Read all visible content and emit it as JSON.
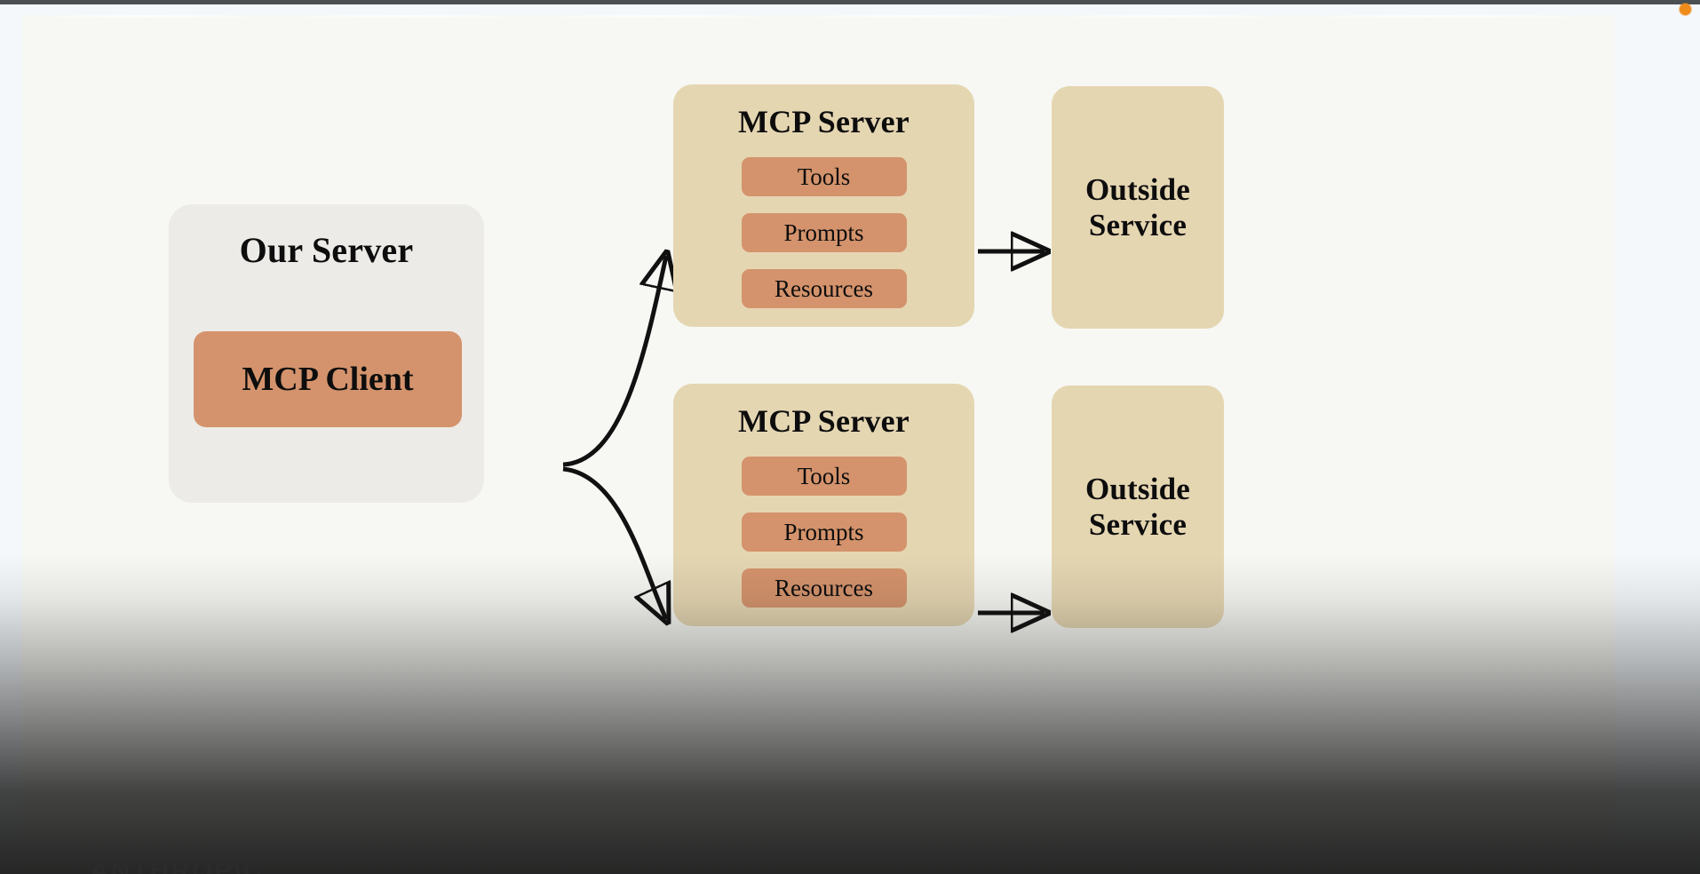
{
  "theme": {
    "canvas_bg": "#f7f8f3",
    "frame_bg": "#f4f8fb",
    "our_server_bg": "#ecebe7",
    "mcp_server_bg": "#e5d6b2",
    "outside_service_bg": "#e5d6b2",
    "pill_bg": "#d4936c",
    "text": "#0d0d0d",
    "connector": "#111111",
    "status_dot": "#f08c1a"
  },
  "diagram": {
    "our_server": {
      "title": "Our Server",
      "client": {
        "label": "MCP Client"
      }
    },
    "mcp_servers": [
      {
        "title": "MCP Server",
        "capabilities": [
          {
            "label": "Tools"
          },
          {
            "label": "Prompts"
          },
          {
            "label": "Resources"
          }
        ]
      },
      {
        "title": "MCP Server",
        "capabilities": [
          {
            "label": "Tools"
          },
          {
            "label": "Prompts"
          },
          {
            "label": "Resources"
          }
        ]
      }
    ],
    "outside_services": [
      {
        "line1": "Outside",
        "line2": "Service"
      },
      {
        "line1": "Outside",
        "line2": "Service"
      }
    ]
  },
  "watermark": {
    "brand": "ANTHROP\\C"
  }
}
